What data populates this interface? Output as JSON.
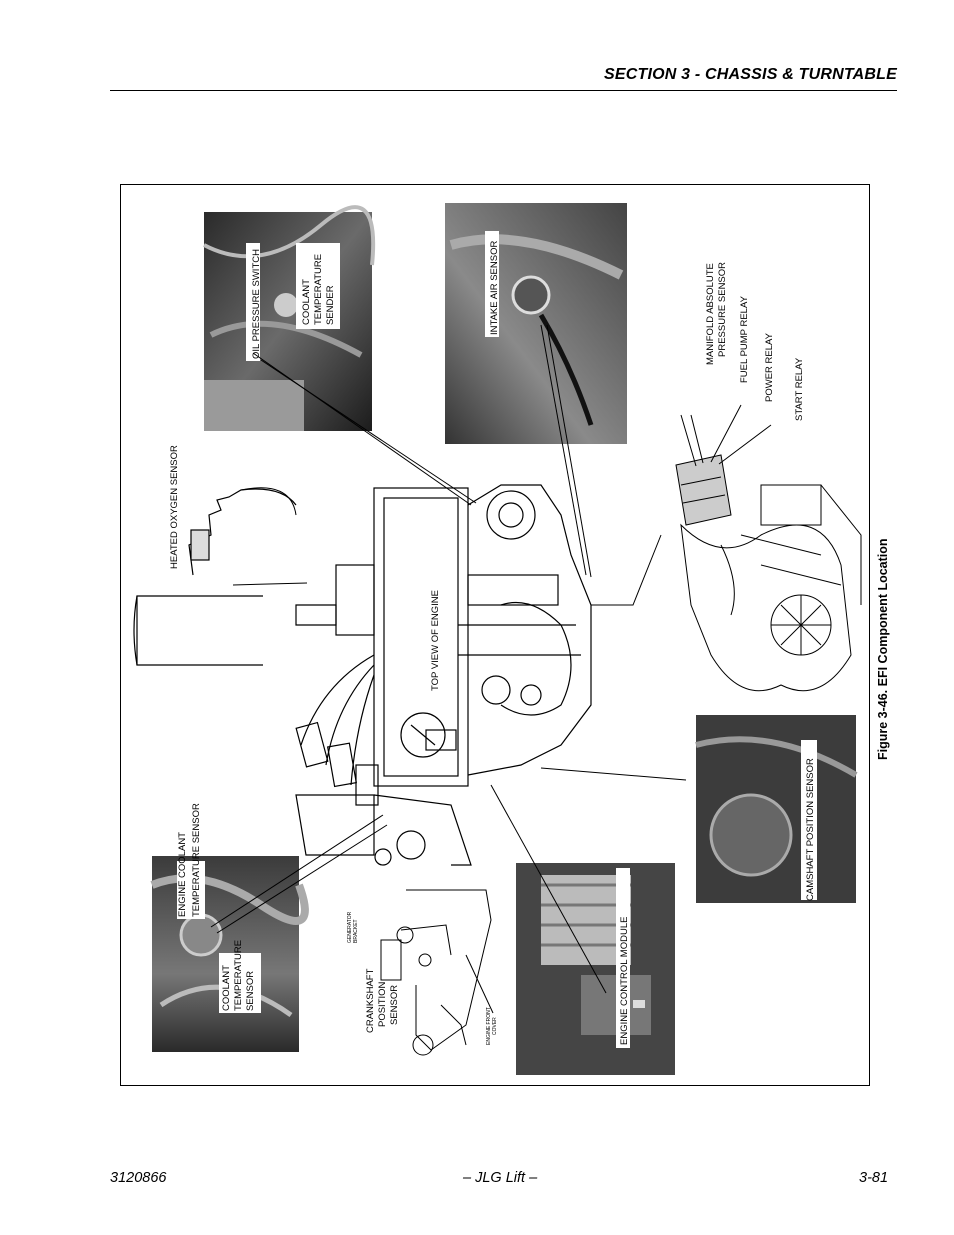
{
  "header": {
    "section_title": "SECTION 3 - CHASSIS & TURNTABLE"
  },
  "figure": {
    "caption": "Figure 3-46.  EFI Component Location",
    "labels": {
      "oil_pressure_switch": "OIL PRESSURE SWITCH",
      "coolant_temp_sender_1": "COOLANT",
      "coolant_temp_sender_2": "TEMPERATURE",
      "coolant_temp_sender_3": "SENDER",
      "intake_air_sensor": "INTAKE AIR SENSOR",
      "map_sensor_1": "MANIFOLD ABSOLUTE",
      "map_sensor_2": "PRESSURE SENSOR",
      "fuel_pump_relay": "FUEL PUMP RELAY",
      "power_relay": "POWER RELAY",
      "start_relay": "START RELAY",
      "heated_oxygen_sensor": "HEATED OXYGEN SENSOR",
      "top_view_of_engine": "TOP VIEW OF ENGINE",
      "engine_coolant_temp_sensor_1": "ENGINE COOLANT",
      "engine_coolant_temp_sensor_2": "TEMPERATURE SENSOR",
      "coolant_temp_sensor_1": "COOLANT",
      "coolant_temp_sensor_2": "TEMPERATURE",
      "coolant_temp_sensor_3": "SENSOR",
      "generator_bracket_1": "GENERATOR",
      "generator_bracket_2": "BRACKET",
      "crankshaft_sensor_1": "CRANKSHAFT",
      "crankshaft_sensor_2": "POSITION",
      "crankshaft_sensor_3": "SENSOR",
      "engine_front_cover_1": "ENGINE FRONT",
      "engine_front_cover_2": "COVER",
      "engine_control_module": "ENGINE CONTROL MODULE",
      "camshaft_position_sensor": "CAMSHAFT POSITION SENSOR"
    }
  },
  "footer": {
    "doc_number": "3120866",
    "center_text": "– JLG Lift –",
    "page_number": "3-81"
  }
}
